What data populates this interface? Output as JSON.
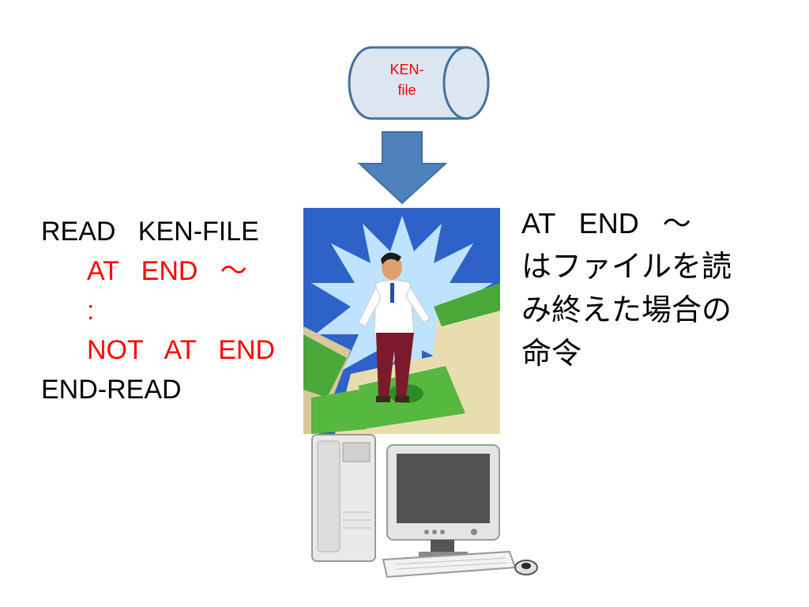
{
  "file_cylinder": {
    "label_line1": "KEN-",
    "label_line2": "file"
  },
  "code": {
    "line1": "READ   KEN-FILE",
    "line2": "AT   END   ～",
    "line3": ":",
    "line4": "NOT   AT   END",
    "line5": "END-READ"
  },
  "description": {
    "title": "AT   END   ～",
    "body_line1": "はファイルを読",
    "body_line2": "み終えた場合の",
    "body_line3": "命令"
  },
  "colors": {
    "highlight": "#ff0000",
    "cylinder_fill": "#dce6f1",
    "cylinder_stroke": "#41719c",
    "arrow_fill": "#4f81bd"
  }
}
